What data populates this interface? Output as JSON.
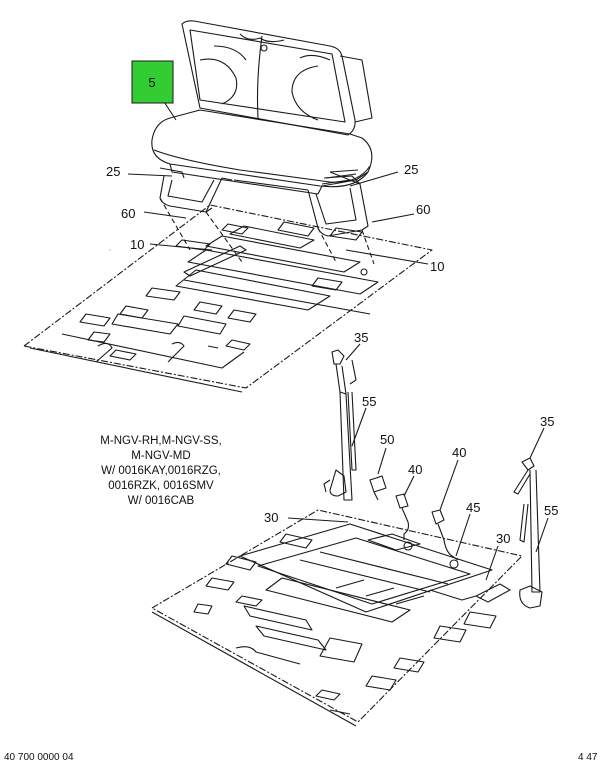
{
  "callouts": {
    "c5": "5",
    "c25_left": "25",
    "c25_right": "25",
    "c60_left": "60",
    "c60_right": "60",
    "c10_left": "10",
    "c10_right": "10",
    "c35_left": "35",
    "c35_right": "35",
    "c55_left": "55",
    "c55_right": "55",
    "c50": "50",
    "c40_a": "40",
    "c40_b": "40",
    "c45": "45",
    "c30_left": "30",
    "c30_right": "30"
  },
  "note_lines": [
    "M-NGV-RH,M-NGV-SS,",
    "M-NGV-MD",
    "W/ 0016KAY,0016RZG,",
    "0016RZK, 0016SMV",
    "W/ 0016CAB"
  ],
  "footer": {
    "left": "40 700 0000 04",
    "right": "4 47"
  },
  "colors": {
    "highlight": "#33cc33",
    "line": "#1a1a1a"
  }
}
